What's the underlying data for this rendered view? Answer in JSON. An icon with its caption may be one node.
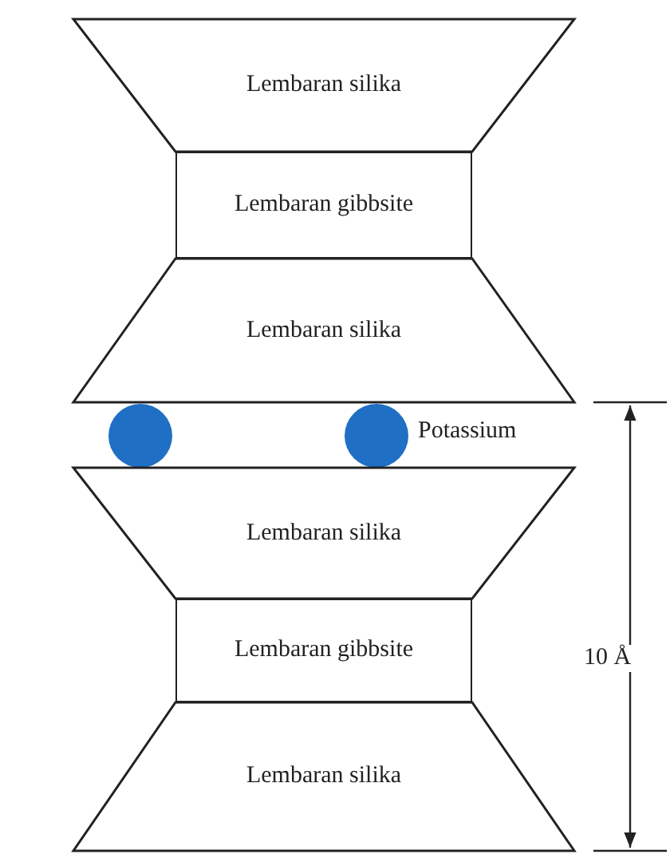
{
  "diagram": {
    "nodes": [
      {
        "text": [
          "Lembaran silika"
        ]
      },
      {
        "text": [
          "Lembaran gibbsite"
        ]
      },
      {
        "text": [
          "Lembaran silika"
        ]
      },
      {
        "text": [],
        "shape": "circle"
      },
      {
        "text": [],
        "shape": "circle"
      },
      {
        "text": [
          "Lembaran silika"
        ]
      },
      {
        "text": [
          "Lembaran gibbsite"
        ]
      },
      {
        "text": [
          "Lembaran silika"
        ]
      }
    ],
    "labels": [
      "Potassium",
      "10 Å"
    ]
  }
}
